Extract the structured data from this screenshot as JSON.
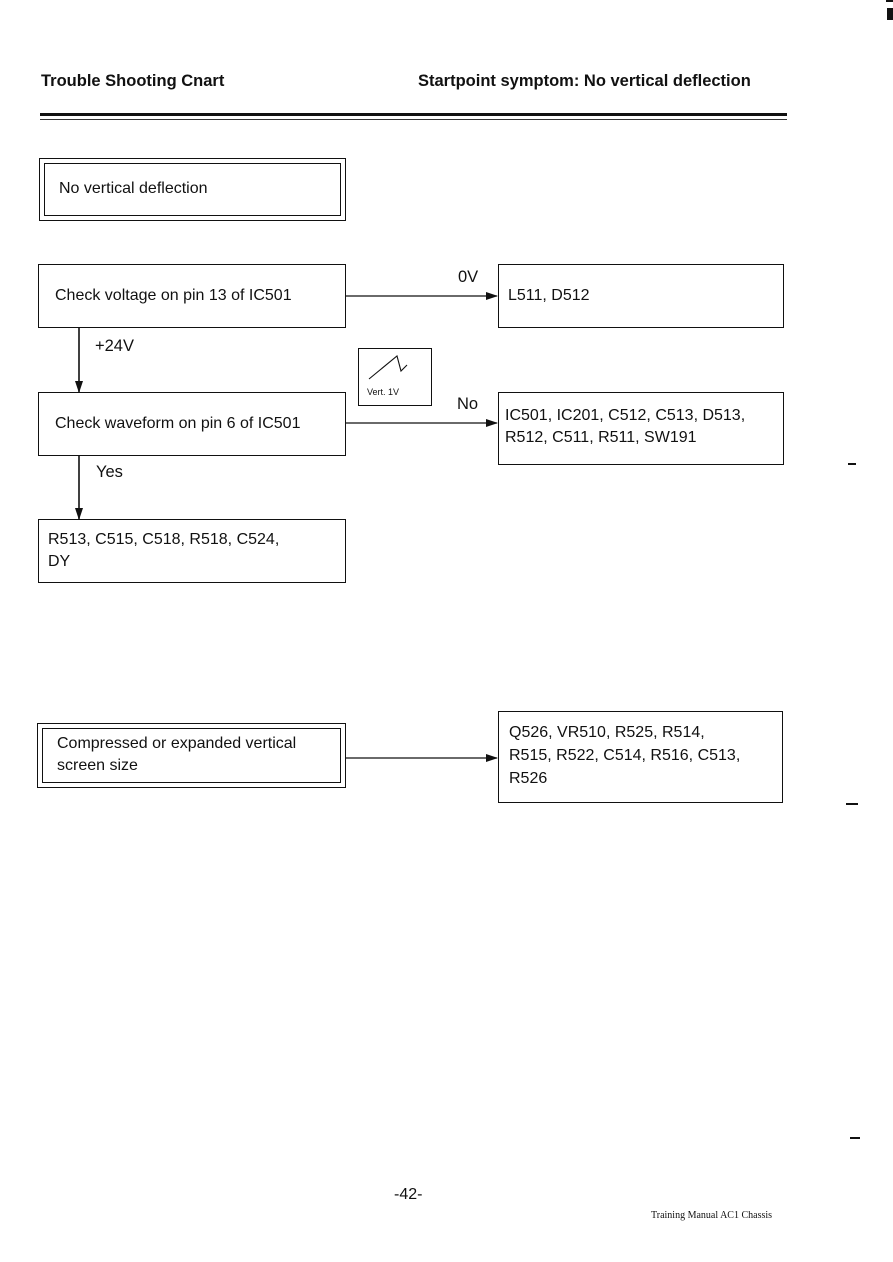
{
  "header": {
    "left": "Trouble Shooting Cnart",
    "right": "Startpoint symptom: No vertical deflection"
  },
  "flow": {
    "start": "No vertical deflection",
    "step1": "Check voltage on pin 13 of IC501",
    "step1_no_label": "0V",
    "step1_no_result": "L511, D512",
    "step1_yes_label": "+24V",
    "waveform_caption": "Vert. 1V",
    "step2": "Check waveform on pin 6 of IC501",
    "step2_no_label": "No",
    "step2_no_result": [
      "IC501, IC201, C512, C513, D513,",
      "R512, C511, R511, SW191"
    ],
    "step2_yes_label": "Yes",
    "step2_yes_result": [
      "R513, C515, C518, R518, C524,",
      "DY"
    ]
  },
  "flow2": {
    "start": [
      "Compressed or expanded vertical",
      "screen size"
    ],
    "result": [
      "Q526, VR510, R525, R514,",
      "R515, R522, C514, R516, C513,",
      "R526"
    ]
  },
  "footer": {
    "page": "-42-",
    "note": "Training Manual AC1 Chassis"
  }
}
